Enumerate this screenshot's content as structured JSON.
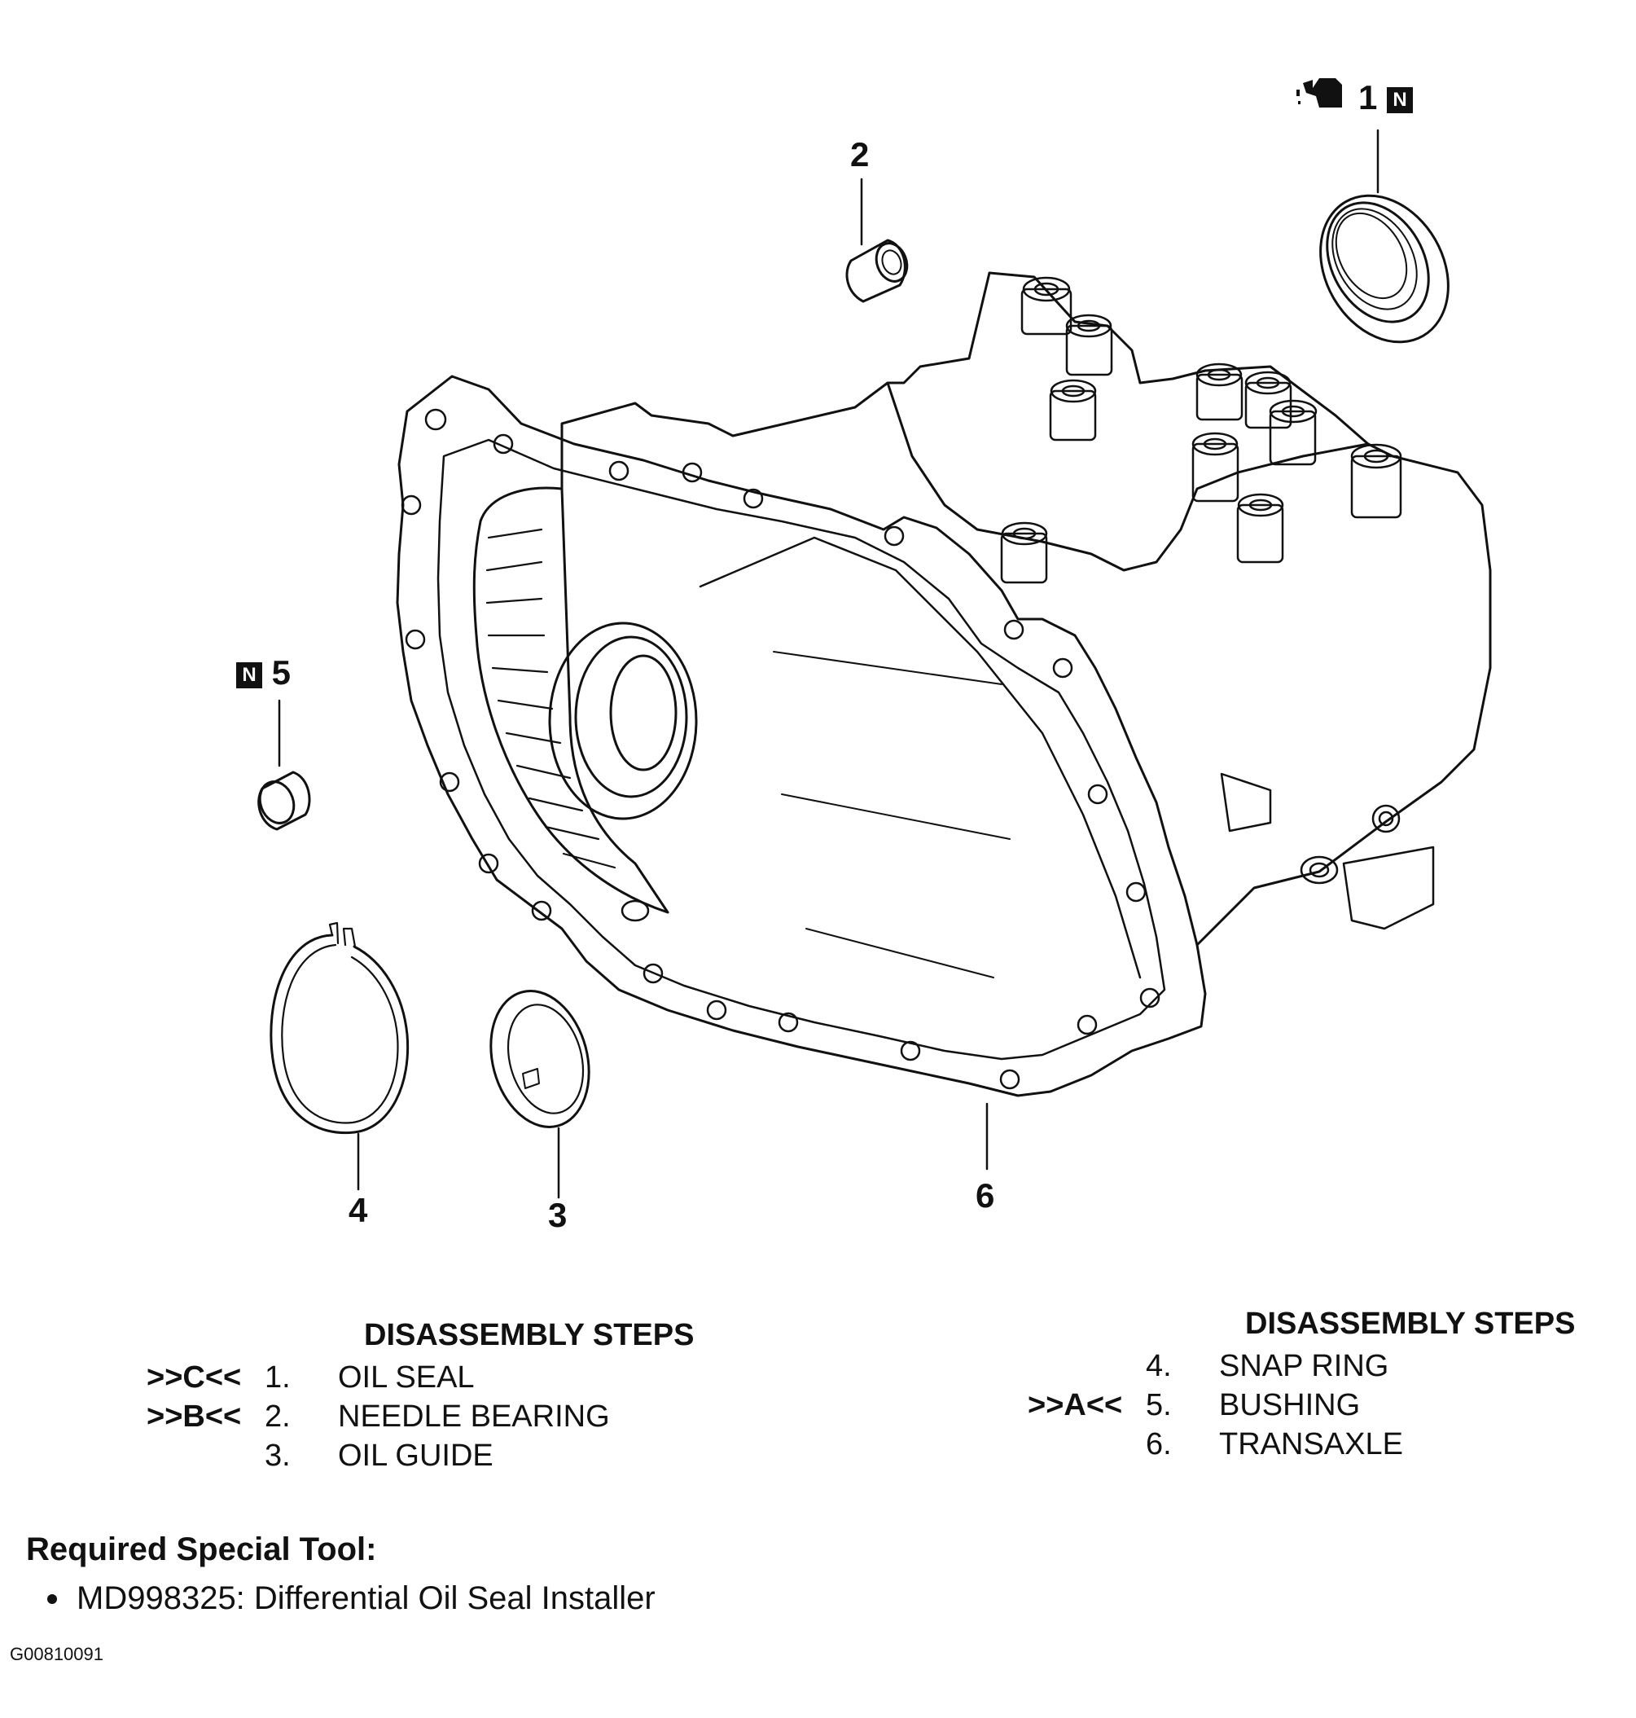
{
  "callouts": {
    "c1": "1",
    "c2": "2",
    "c3": "3",
    "c4": "4",
    "c5": "5",
    "c6": "6",
    "new_part_badge": "N"
  },
  "steps_left": {
    "title": "DISASSEMBLY STEPS",
    "rows": [
      {
        "marker": ">>C<<",
        "num": "1.",
        "name": "OIL SEAL"
      },
      {
        "marker": ">>B<<",
        "num": "2.",
        "name": "NEEDLE BEARING"
      },
      {
        "marker": "",
        "num": "3.",
        "name": "OIL GUIDE"
      }
    ]
  },
  "steps_right": {
    "title": "DISASSEMBLY STEPS",
    "rows": [
      {
        "marker": "",
        "num": "4.",
        "name": "SNAP RING"
      },
      {
        "marker": ">>A<<",
        "num": "5.",
        "name": "BUSHING"
      },
      {
        "marker": "",
        "num": "6.",
        "name": "TRANSAXLE"
      }
    ]
  },
  "tools": {
    "heading": "Required Special Tool:",
    "items": [
      "MD998325: Differential Oil Seal Installer"
    ]
  },
  "figure_code": "G00810091",
  "icons": {
    "oil_can": "oil-can-icon",
    "new_part": "new-part-n-icon"
  }
}
